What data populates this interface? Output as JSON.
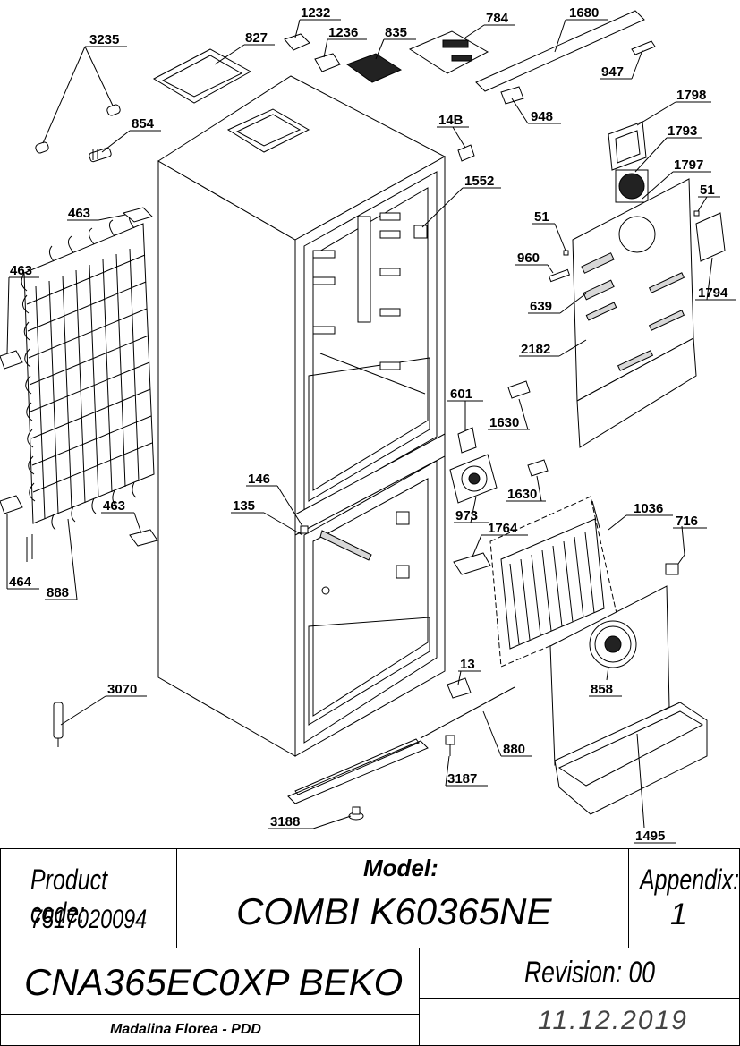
{
  "parts": [
    {
      "id": "p3235",
      "label": "3235"
    },
    {
      "id": "p827",
      "label": "827"
    },
    {
      "id": "p1232",
      "label": "1232"
    },
    {
      "id": "p1236",
      "label": "1236"
    },
    {
      "id": "p835",
      "label": "835"
    },
    {
      "id": "p784",
      "label": "784"
    },
    {
      "id": "p1680",
      "label": "1680"
    },
    {
      "id": "p947",
      "label": "947"
    },
    {
      "id": "p948",
      "label": "948"
    },
    {
      "id": "p854",
      "label": "854"
    },
    {
      "id": "p14B",
      "label": "14B"
    },
    {
      "id": "p1798",
      "label": "1798"
    },
    {
      "id": "p1793",
      "label": "1793"
    },
    {
      "id": "p1797",
      "label": "1797"
    },
    {
      "id": "p51a",
      "label": "51"
    },
    {
      "id": "p51b",
      "label": "51"
    },
    {
      "id": "p463a",
      "label": "463"
    },
    {
      "id": "p1552",
      "label": "1552"
    },
    {
      "id": "p463b",
      "label": "463"
    },
    {
      "id": "p960",
      "label": "960"
    },
    {
      "id": "p1794",
      "label": "1794"
    },
    {
      "id": "p639",
      "label": "639"
    },
    {
      "id": "p2182",
      "label": "2182"
    },
    {
      "id": "p601",
      "label": "601"
    },
    {
      "id": "p1630a",
      "label": "1630"
    },
    {
      "id": "p146",
      "label": "146"
    },
    {
      "id": "p1630b",
      "label": "1630"
    },
    {
      "id": "p135",
      "label": "135"
    },
    {
      "id": "p973",
      "label": "973"
    },
    {
      "id": "p1036",
      "label": "1036"
    },
    {
      "id": "p463c",
      "label": "463"
    },
    {
      "id": "p716",
      "label": "716"
    },
    {
      "id": "p1764",
      "label": "1764"
    },
    {
      "id": "p464",
      "label": "464"
    },
    {
      "id": "p888",
      "label": "888"
    },
    {
      "id": "p13",
      "label": "13"
    },
    {
      "id": "p3070",
      "label": "3070"
    },
    {
      "id": "p858",
      "label": "858"
    },
    {
      "id": "p880",
      "label": "880"
    },
    {
      "id": "p3187",
      "label": "3187"
    },
    {
      "id": "p3188",
      "label": "3188"
    },
    {
      "id": "p1495",
      "label": "1495"
    }
  ],
  "title_block": {
    "product_code_label": "Product code:",
    "product_code": "7517020094",
    "model_label": "Model:",
    "model": "COMBI K60365NE",
    "appendix_label": "Appendix:",
    "appendix": "1",
    "product_name": "CNA365EC0XP BEKO",
    "revision": "Revision: 00",
    "author": "Madalina Florea - PDD",
    "date": "11.12.2019"
  }
}
